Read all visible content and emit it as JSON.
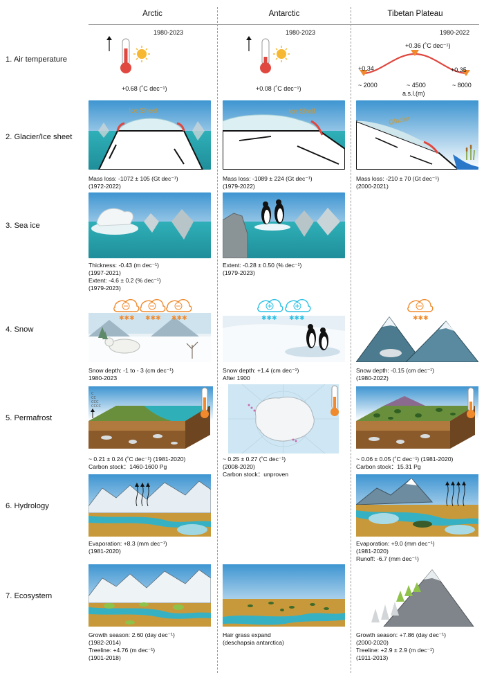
{
  "columns": [
    "Arctic",
    "Antarctic",
    "Tibetan Plateau"
  ],
  "rows": [
    "1. Air temperature",
    "2. Glacier/Ice sheet",
    "3. Sea ice",
    "4. Snow",
    "5. Permafrost",
    "6. Hydrology",
    "7. Ecosystem"
  ],
  "air_temperature": {
    "arctic": {
      "period": "1980-2023",
      "trend": "+0.68 (˚C dec⁻¹)"
    },
    "antarctic": {
      "period": "1980-2023",
      "trend": "+0.08 (˚C dec⁻¹)"
    },
    "tibet": {
      "period": "1980-2022",
      "peak": "+0.36 (˚C dec⁻¹)",
      "left_value": "+0.34",
      "right_value": "+0.35",
      "x_low": "~ 2000",
      "x_mid": "~ 4500",
      "x_high": "~ 8000",
      "x_label": "a.s.l.(m)"
    }
  },
  "glacier": {
    "arctic": {
      "label": "Ice  Sheet",
      "caption": "Mass loss: -1072 ± 105  (Gt dec⁻¹)\n(1972-2022)"
    },
    "antarctic": {
      "label": "Ice  Shelf",
      "caption": "Mass loss: -1089 ± 224 (Gt dec⁻¹)\n(1979-2022)"
    },
    "tibet": {
      "label": "Glacier",
      "caption": "Mass loss: -210 ± 70 (Gt dec⁻¹)\n(2000-2021)"
    }
  },
  "sea_ice": {
    "arctic": {
      "caption": "Thickness: -0.43 (m dec⁻¹)\n(1997-2021)\nExtent: -4.6 ± 0.2 (% dec⁻¹)\n(1979-2023)"
    },
    "antarctic": {
      "caption": "Extent: -0.28 ± 0.50 (% dec⁻¹)\n(1979-2023)"
    }
  },
  "snow": {
    "arctic": {
      "caption": "Snow depth: -1 to - 3 (cm dec⁻¹)\n1980-2023"
    },
    "antarctic": {
      "caption": "Snow depth: +1.4 (cm dec⁻¹)\nAfter 1900"
    },
    "tibet": {
      "caption": "Snow depth: -0.15 (cm dec⁻¹)\n(1980-2022)"
    }
  },
  "permafrost": {
    "arctic": {
      "caption": "~ 0.21 ± 0.24 (˚C dec⁻¹) (1981-2020)\nCarbon stock：1460-1600 Pg"
    },
    "antarctic": {
      "caption": "~ 0.25 ± 0.27 (˚C dec⁻¹)\n(2008-2020)\nCarbon stock：unproven"
    },
    "tibet": {
      "caption": "~ 0.06 ± 0.05 (˚C dec⁻¹) (1981-2020)\nCarbon stock：15.31 Pg"
    }
  },
  "hydrology": {
    "arctic": {
      "caption": "Evaporation: +8.3 (mm dec⁻¹)\n(1981-2020)"
    },
    "tibet": {
      "caption": "Evaporation: +9.0 (mm dec⁻¹)\n(1981-2020)\nRunoff: -6.7 (mm dec⁻¹)"
    }
  },
  "ecosystem": {
    "arctic": {
      "caption": "Growth season: 2.60 (day dec⁻¹)\n(1982-2014)\nTreeline: +4.76 (m dec⁻¹)\n(1901-2018)"
    },
    "antarctic": {
      "caption": "Hair grass expand\n(deschapsia antarctica)"
    },
    "tibet": {
      "caption": "Growth season: +7.86 (day dec⁻¹)\n(2000-2020)\nTreeline: +2.9 ± 2.9 (m dec⁻¹)\n(1911-2013)"
    }
  },
  "colors": {
    "sky_top": "#3e95d1",
    "sky_bottom": "#ffffff",
    "sea": "#2fb0b8",
    "soil": "#c8993a",
    "warm_red": "#e0473f",
    "orange": "#f08a2c",
    "blue_flake": "#2bc0e4"
  }
}
